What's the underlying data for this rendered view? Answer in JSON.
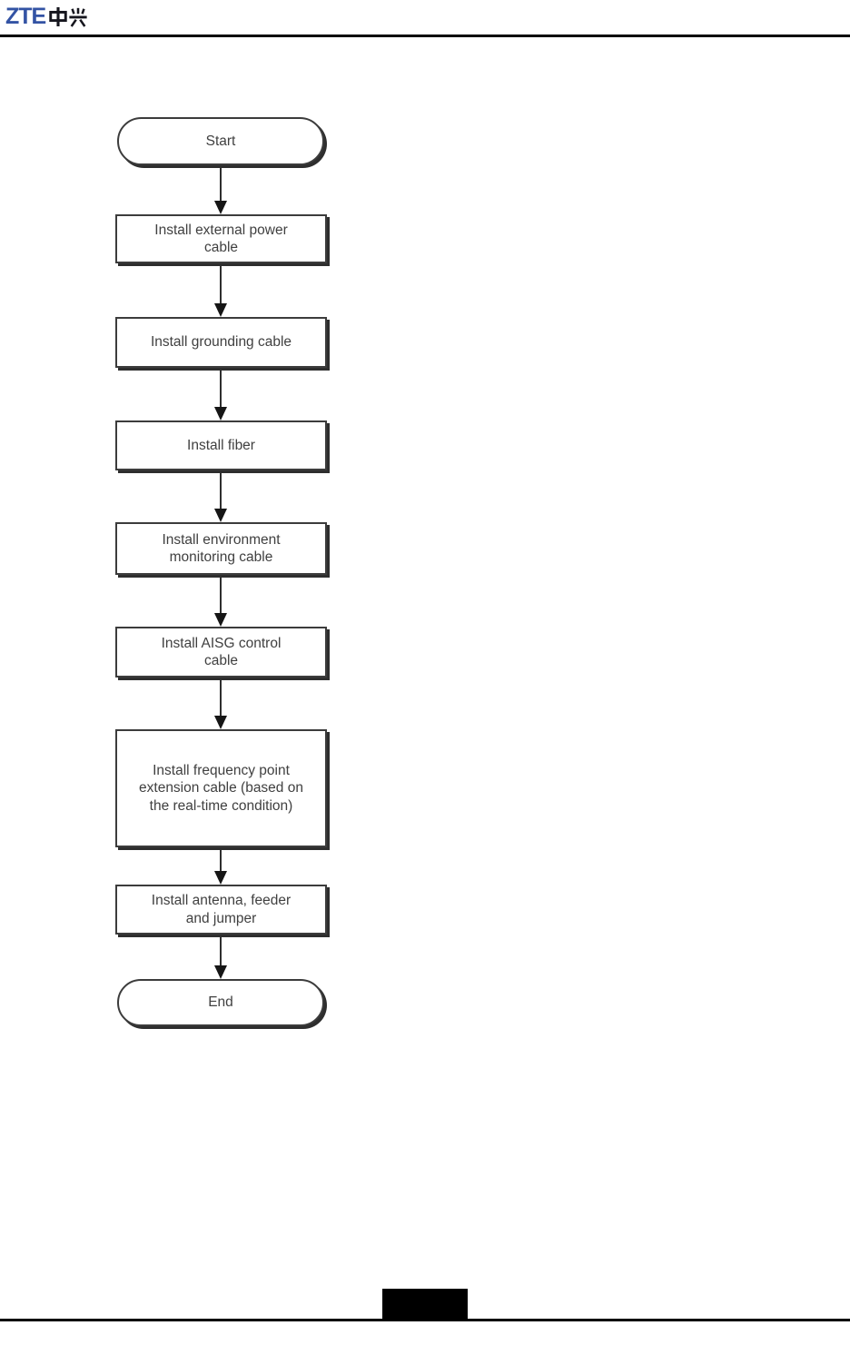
{
  "header": {
    "logo_zte": "ZTE",
    "logo_cn": "中兴"
  },
  "flowchart": {
    "nodes": [
      {
        "id": "start",
        "type": "terminator",
        "label": "Start"
      },
      {
        "id": "install-external-power-cable",
        "type": "process",
        "label": "Install external power\ncable"
      },
      {
        "id": "install-grounding-cable",
        "type": "process",
        "label": "Install grounding cable"
      },
      {
        "id": "install-fiber",
        "type": "process",
        "label": "Install fiber"
      },
      {
        "id": "install-environment-monitoring-cable",
        "type": "process",
        "label": "Install environment\nmonitoring cable"
      },
      {
        "id": "install-aisg-control-cable",
        "type": "process",
        "label": "Install AISG control\ncable"
      },
      {
        "id": "install-frequency-point-extension-cable",
        "type": "process",
        "label": "Install frequency point\nextension cable (based on\nthe real-time condition)"
      },
      {
        "id": "install-antenna-feeder-jumper",
        "type": "process",
        "label": "Install antenna, feeder\nand jumper"
      },
      {
        "id": "end",
        "type": "terminator",
        "label": "End"
      }
    ]
  },
  "colors": {
    "logo_blue": "#3353a4",
    "rule_black": "#000000",
    "node_border": "#3c3c3c",
    "node_text": "#404040"
  }
}
